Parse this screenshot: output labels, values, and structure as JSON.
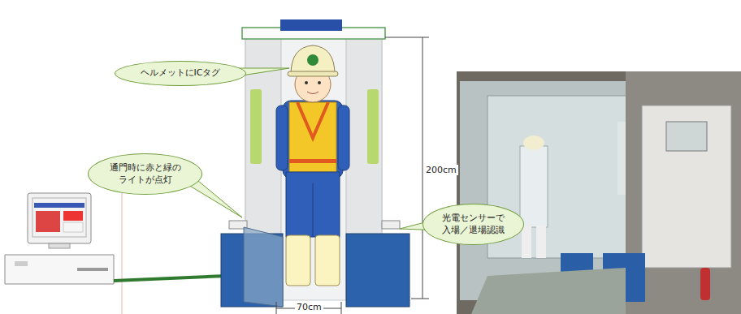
{
  "diagram": {
    "nodes": [
      {
        "text": [
          "ヘルメットにICタグ"
        ]
      },
      {
        "text": [
          "通門時に赤と緑の ライトが点灯"
        ]
      },
      {
        "text": [
          "光電センサーで 入場／退場認識"
        ]
      }
    ],
    "labels": [
      "200cm",
      "70cm"
    ]
  }
}
